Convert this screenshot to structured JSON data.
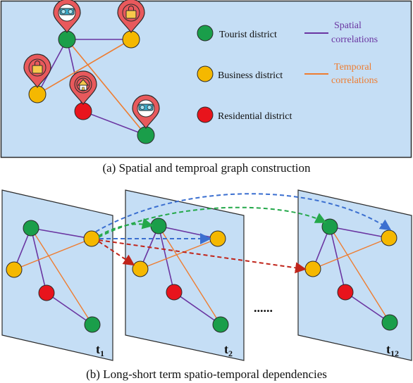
{
  "colors": {
    "panel_fill": "#c5def5",
    "panel_stroke": "#2b2b2b",
    "tourist": "#1a9e4a",
    "business": "#f5b800",
    "residential": "#e8141c",
    "spatial_edge": "#6a35a1",
    "temporal_edge": "#ee7d31",
    "pin": "#e8595c",
    "arrow_blue": "#3b6fd0",
    "arrow_green": "#24a84a",
    "arrow_red": "#c0241a"
  },
  "panel_a": {
    "legend": {
      "tourist": "Tourist district",
      "business": "Business district",
      "residential": "Residential district",
      "spatial_line1": "Spatial",
      "spatial_line2": "correlations",
      "temporal_line1": "Temporal",
      "temporal_line2": "correlations"
    },
    "icons": [
      "binoculars-icon",
      "shopping-bag-icon",
      "shopping-bag-icon",
      "house-icon",
      "binoculars-icon"
    ],
    "caption": "(a) Spatial and temproal graph construction"
  },
  "panel_b": {
    "frame_labels": [
      {
        "main": "t",
        "sub": "1"
      },
      {
        "main": "t",
        "sub": "2"
      },
      {
        "main": "t",
        "sub": "12"
      }
    ],
    "ellipsis": "......",
    "caption": "(b) Long-short term spatio-temporal dependencies"
  }
}
